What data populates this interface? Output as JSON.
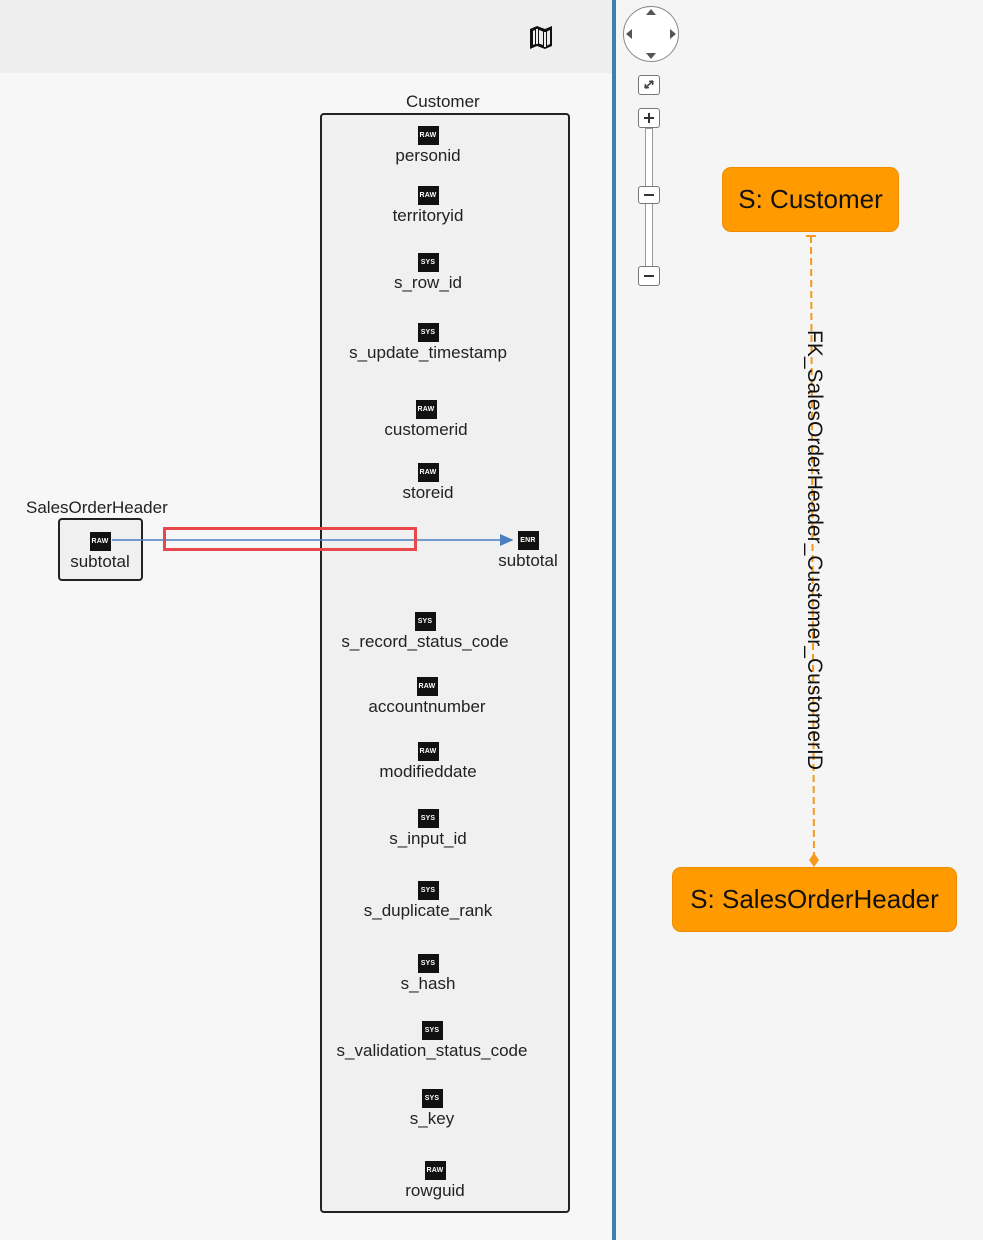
{
  "lineage": {
    "source_table": {
      "title": "SalesOrderHeader",
      "column": {
        "badge": "RAW",
        "name": "subtotal"
      }
    },
    "target_table": {
      "title": "Customer",
      "columns": [
        {
          "badge": "RAW",
          "name": "personid"
        },
        {
          "badge": "RAW",
          "name": "territoryid"
        },
        {
          "badge": "SYS",
          "name": "s_row_id"
        },
        {
          "badge": "SYS",
          "name": "s_update_timestamp"
        },
        {
          "badge": "RAW",
          "name": "customerid"
        },
        {
          "badge": "RAW",
          "name": "storeid"
        },
        {
          "badge": "ENR",
          "name": "subtotal"
        },
        {
          "badge": "SYS",
          "name": "s_record_status_code"
        },
        {
          "badge": "RAW",
          "name": "accountnumber"
        },
        {
          "badge": "RAW",
          "name": "modifieddate"
        },
        {
          "badge": "SYS",
          "name": "s_input_id"
        },
        {
          "badge": "SYS",
          "name": "s_duplicate_rank"
        },
        {
          "badge": "SYS",
          "name": "s_hash"
        },
        {
          "badge": "SYS",
          "name": "s_validation_status_code"
        },
        {
          "badge": "SYS",
          "name": "s_key"
        },
        {
          "badge": "RAW",
          "name": "rowguid"
        }
      ]
    },
    "link_color": "#4a7fc0",
    "highlight_color": "#e8474c"
  },
  "toolbar": {
    "map_icon": "map-icon"
  },
  "relationship_graph": {
    "nodes": {
      "customer": "S: Customer",
      "salesorderheader": "S: SalesOrderHeader"
    },
    "edge_label": "FK_SalesOrderHeader_Customer_CustomerID",
    "node_color": "#ff9a00",
    "edge_color": "#f59a1a"
  },
  "graph_controls": {
    "pan_icon": "pan-control-icon",
    "fit_icon": "fit-view-icon",
    "zoom_in_icon": "zoom-in-icon",
    "zoom_out_icon": "zoom-out-icon"
  }
}
